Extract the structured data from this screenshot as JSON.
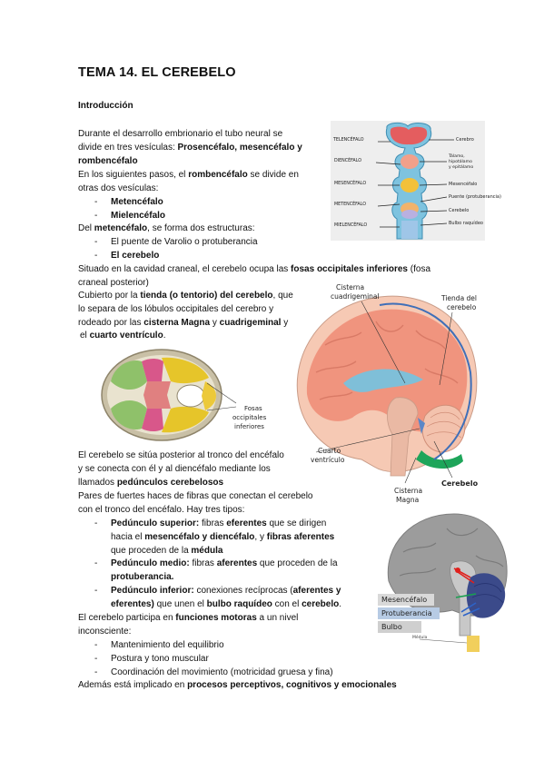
{
  "title": "TEMA 14. EL CEREBELO",
  "section_heading": "Introducción",
  "intro": {
    "l1": "Durante el desarrollo embrionario el tubo neural se",
    "l2a": "divide en tres vesículas: ",
    "l2b": "Prosencéfalo, mesencéfalo y",
    "l3": "rombencéfalo",
    "l4a": "En los siguientes pasos, el ",
    "l4b": "rombencéfalo",
    "l4c": " se divide en",
    "l5": "otras dos vesículas:",
    "b1": "Metencéfalo",
    "b2": "Mielencéfalo",
    "l6a": "Del ",
    "l6b": "metencéfalo",
    "l6c": ", se forma dos estructuras:",
    "b3": "El puente de Varolio o protuberancia",
    "b4": "El cerebelo",
    "l7a": "Situado en la cavidad craneal, el cerebelo ocupa las ",
    "l7b": "fosas occipitales inferiores",
    "l7c": " (fosa",
    "l8": "craneal posterior)",
    "l9a": "Cubierto por la ",
    "l9b": "tienda (o tentorio) del cerebelo",
    "l9c": ", que",
    "l10": "lo separa de los lóbulos occipitales del cerebro y",
    "l11a": "rodeado por las ",
    "l11b": "cisterna Magna",
    "l11c": " y ",
    "l11d": "cuadrigeminal",
    "l11e": " y",
    "l12a": "el ",
    "l12b": "cuarto ventrículo",
    "l12c": "."
  },
  "conexiones": {
    "l1": "El cerebelo se sitúa posterior al tronco del encéfalo",
    "l2": "y se conecta con él y al diencéfalo mediante los",
    "l3a": "llamados ",
    "l3b": "pedúnculos cerebelosos",
    "l4": "Pares de fuertes haces de fibras que conectan el cerebelo",
    "l5": "con el tronco del encéfalo. Hay tres tipos:",
    "p1a": "Pedúnculo superior:",
    "p1b": " fibras ",
    "p1c": "eferentes",
    "p1d": " que se dirigen",
    "p1e": "hacia el ",
    "p1f": "mesencéfalo y diencéfalo",
    "p1g": ", y ",
    "p1h": "fibras aferentes",
    "p1i": "que proceden de la ",
    "p1j": "médula",
    "p2a": "Pedúnculo medio:",
    "p2b": " fibras ",
    "p2c": "aferentes",
    "p2d": " que proceden de la",
    "p2e": "protuberancia.",
    "p3a": "Pedúnculo inferior:",
    "p3b": " conexiones recíprocas (",
    "p3c": "aferentes y",
    "p3d": "eferentes)",
    "p3e": " que unen el ",
    "p3f": "bulbo raquídeo",
    "p3g": " con el ",
    "p3h": "cerebelo",
    "p3i": ".",
    "l6a": "El cerebelo participa en ",
    "l6b": "funciones motoras",
    "l6c": " a un nivel",
    "l7": "inconsciente:",
    "f1": "Mantenimiento del equilibrio",
    "f2": "Postura y tono muscular",
    "f3": "Coordinación del movimiento (motricidad gruesa y fina)",
    "l8a": "Además está implicado en ",
    "l8b": "procesos perceptivos, cognitivos y emocionales"
  },
  "dash": "-",
  "fig_vesiculas": {
    "left": [
      "TELENCÉFALO",
      "DIENCÉFALO",
      "MESENCÉFALO",
      "METENCÉFALO",
      "MIELENCÉFALO"
    ],
    "right": [
      "Cerebro",
      "Tálamo,",
      "hipotálamo",
      "y epitálamo",
      "Mesencéfalo",
      "Puente (protuberancia)",
      "Cerebelo",
      "Bulbo raquídeo"
    ]
  },
  "fig_craneo": {
    "label1": "Fosas",
    "label2": "occipitales",
    "label3": "inferiores"
  },
  "fig_sagital": {
    "cisterna_cuad1": "Cisterna",
    "cisterna_cuad2": "cuadrigeminal",
    "tienda1": "Tienda del",
    "tienda2": "cerebelo",
    "cuarto1": "Cuarto",
    "cuarto2": "ventrículo",
    "cerebelo": "Cerebelo",
    "magna1": "Cisterna",
    "magna2": "Magna"
  },
  "fig_tronco": {
    "mesencefalo": "Mesencéfalo",
    "protuberancia": "Protuberancia",
    "bulbo": "Bulbo",
    "medula": "Médula"
  },
  "colors": {
    "protuberancia_box": "#b7cbe4",
    "mesencefalo_box": "#d9d9d9",
    "bulbo_box": "#cfcfcf"
  }
}
